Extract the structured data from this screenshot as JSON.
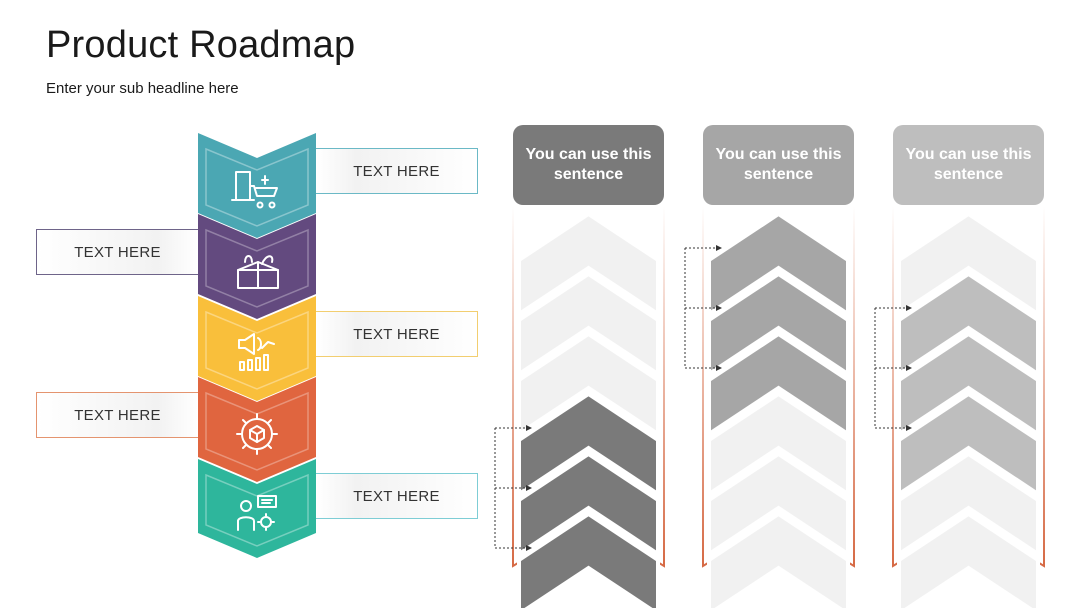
{
  "header": {
    "title": "Product Roadmap",
    "subtitle": "Enter your sub headline here"
  },
  "colors": {
    "teal": "#4BA7B3",
    "purple": "#634A7F",
    "yellow": "#F9BF3B",
    "orange": "#E0653F",
    "green": "#2EB69C",
    "dark_gray": "#7A7A7A",
    "mid_gray": "#A6A6A6",
    "light_gray": "#BEBEBE",
    "placeholder_gray": "#F1F1F1",
    "accent_orange": "#D66A45"
  },
  "steps": [
    {
      "icon": "building-cart-icon",
      "color": "#4BA7B3",
      "label": "TEXT HERE",
      "label_side": "right",
      "border": "#6BB9C6"
    },
    {
      "icon": "package-box-icon",
      "color": "#634A7F",
      "label": "TEXT HERE",
      "label_side": "left",
      "border": "#6E6489"
    },
    {
      "icon": "megaphone-growth-icon",
      "color": "#F9BF3B",
      "label": "TEXT HERE",
      "label_side": "right",
      "border": "#F2CE70"
    },
    {
      "icon": "gear-cube-icon",
      "color": "#E0653F",
      "label": "TEXT HERE",
      "label_side": "left",
      "border": "#E4946F"
    },
    {
      "icon": "person-gear-icon",
      "color": "#2EB69C",
      "label": "TEXT HERE",
      "label_side": "right",
      "border": "#7ECDD5"
    }
  ],
  "columns": [
    {
      "header": "You can use this sentence",
      "header_color": "#7A7A7A",
      "fill": "#7A7A7A",
      "active": [
        3,
        4,
        5
      ]
    },
    {
      "header": "You can use this sentence",
      "header_color": "#A6A6A6",
      "fill": "#A6A6A6",
      "active": [
        0,
        1,
        2
      ]
    },
    {
      "header": "You can use this sentence",
      "header_color": "#BEBEBE",
      "fill": "#BEBEBE",
      "active": [
        1,
        2,
        3
      ]
    }
  ]
}
